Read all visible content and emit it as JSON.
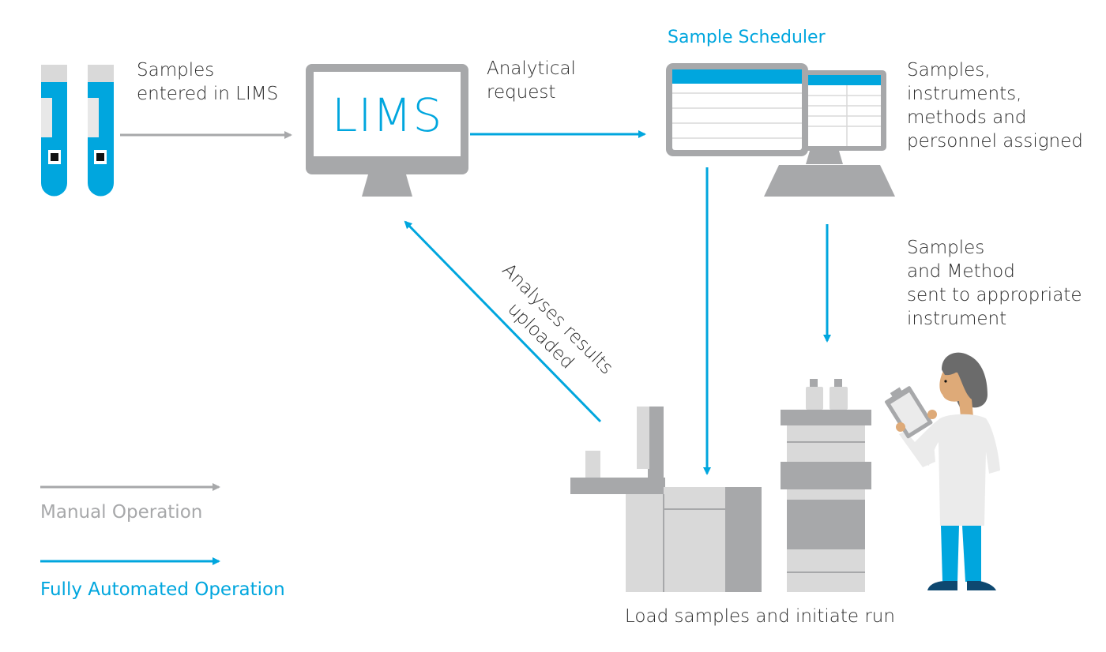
{
  "colors": {
    "automated": "#00a6de",
    "manual": "#a7a8aa",
    "device_dark": "#a7a8aa",
    "device_light": "#d9d9d9",
    "text": "#2b2b2b"
  },
  "nodes": {
    "sample_tubes": {
      "icon": "test-tubes-icon",
      "count": 2
    },
    "lims": {
      "icon": "monitor-icon",
      "screen_text": "LIMS"
    },
    "scheduler": {
      "title": "Sample Scheduler",
      "icon": "dual-monitor-scheduler-icon"
    },
    "instruments": {
      "icon": "lab-instrument-icon",
      "label": "Load samples and initiate run"
    },
    "technician": {
      "icon": "lab-technician-icon"
    }
  },
  "edges": [
    {
      "id": "samples-to-lims",
      "type": "manual",
      "label": "Samples\nentered in LIMS"
    },
    {
      "id": "lims-to-scheduler",
      "type": "automated",
      "label": "Analytical\nrequest"
    },
    {
      "id": "scheduler-assign",
      "type": "annotation",
      "label": "Samples,\ninstruments,\nmethods and\npersonnel assigned"
    },
    {
      "id": "scheduler-to-instrument",
      "type": "automated",
      "label": "Samples\nand Method\nsent to appropriate\ninstrument"
    },
    {
      "id": "scheduler-to-autosampler",
      "type": "automated",
      "label": ""
    },
    {
      "id": "instrument-to-lims",
      "type": "automated",
      "label": "Analyses results uploaded"
    }
  ],
  "legend": {
    "items": [
      {
        "type": "manual",
        "label": "Manual Operation"
      },
      {
        "type": "automated",
        "label": "Fully Automated Operation"
      }
    ]
  }
}
